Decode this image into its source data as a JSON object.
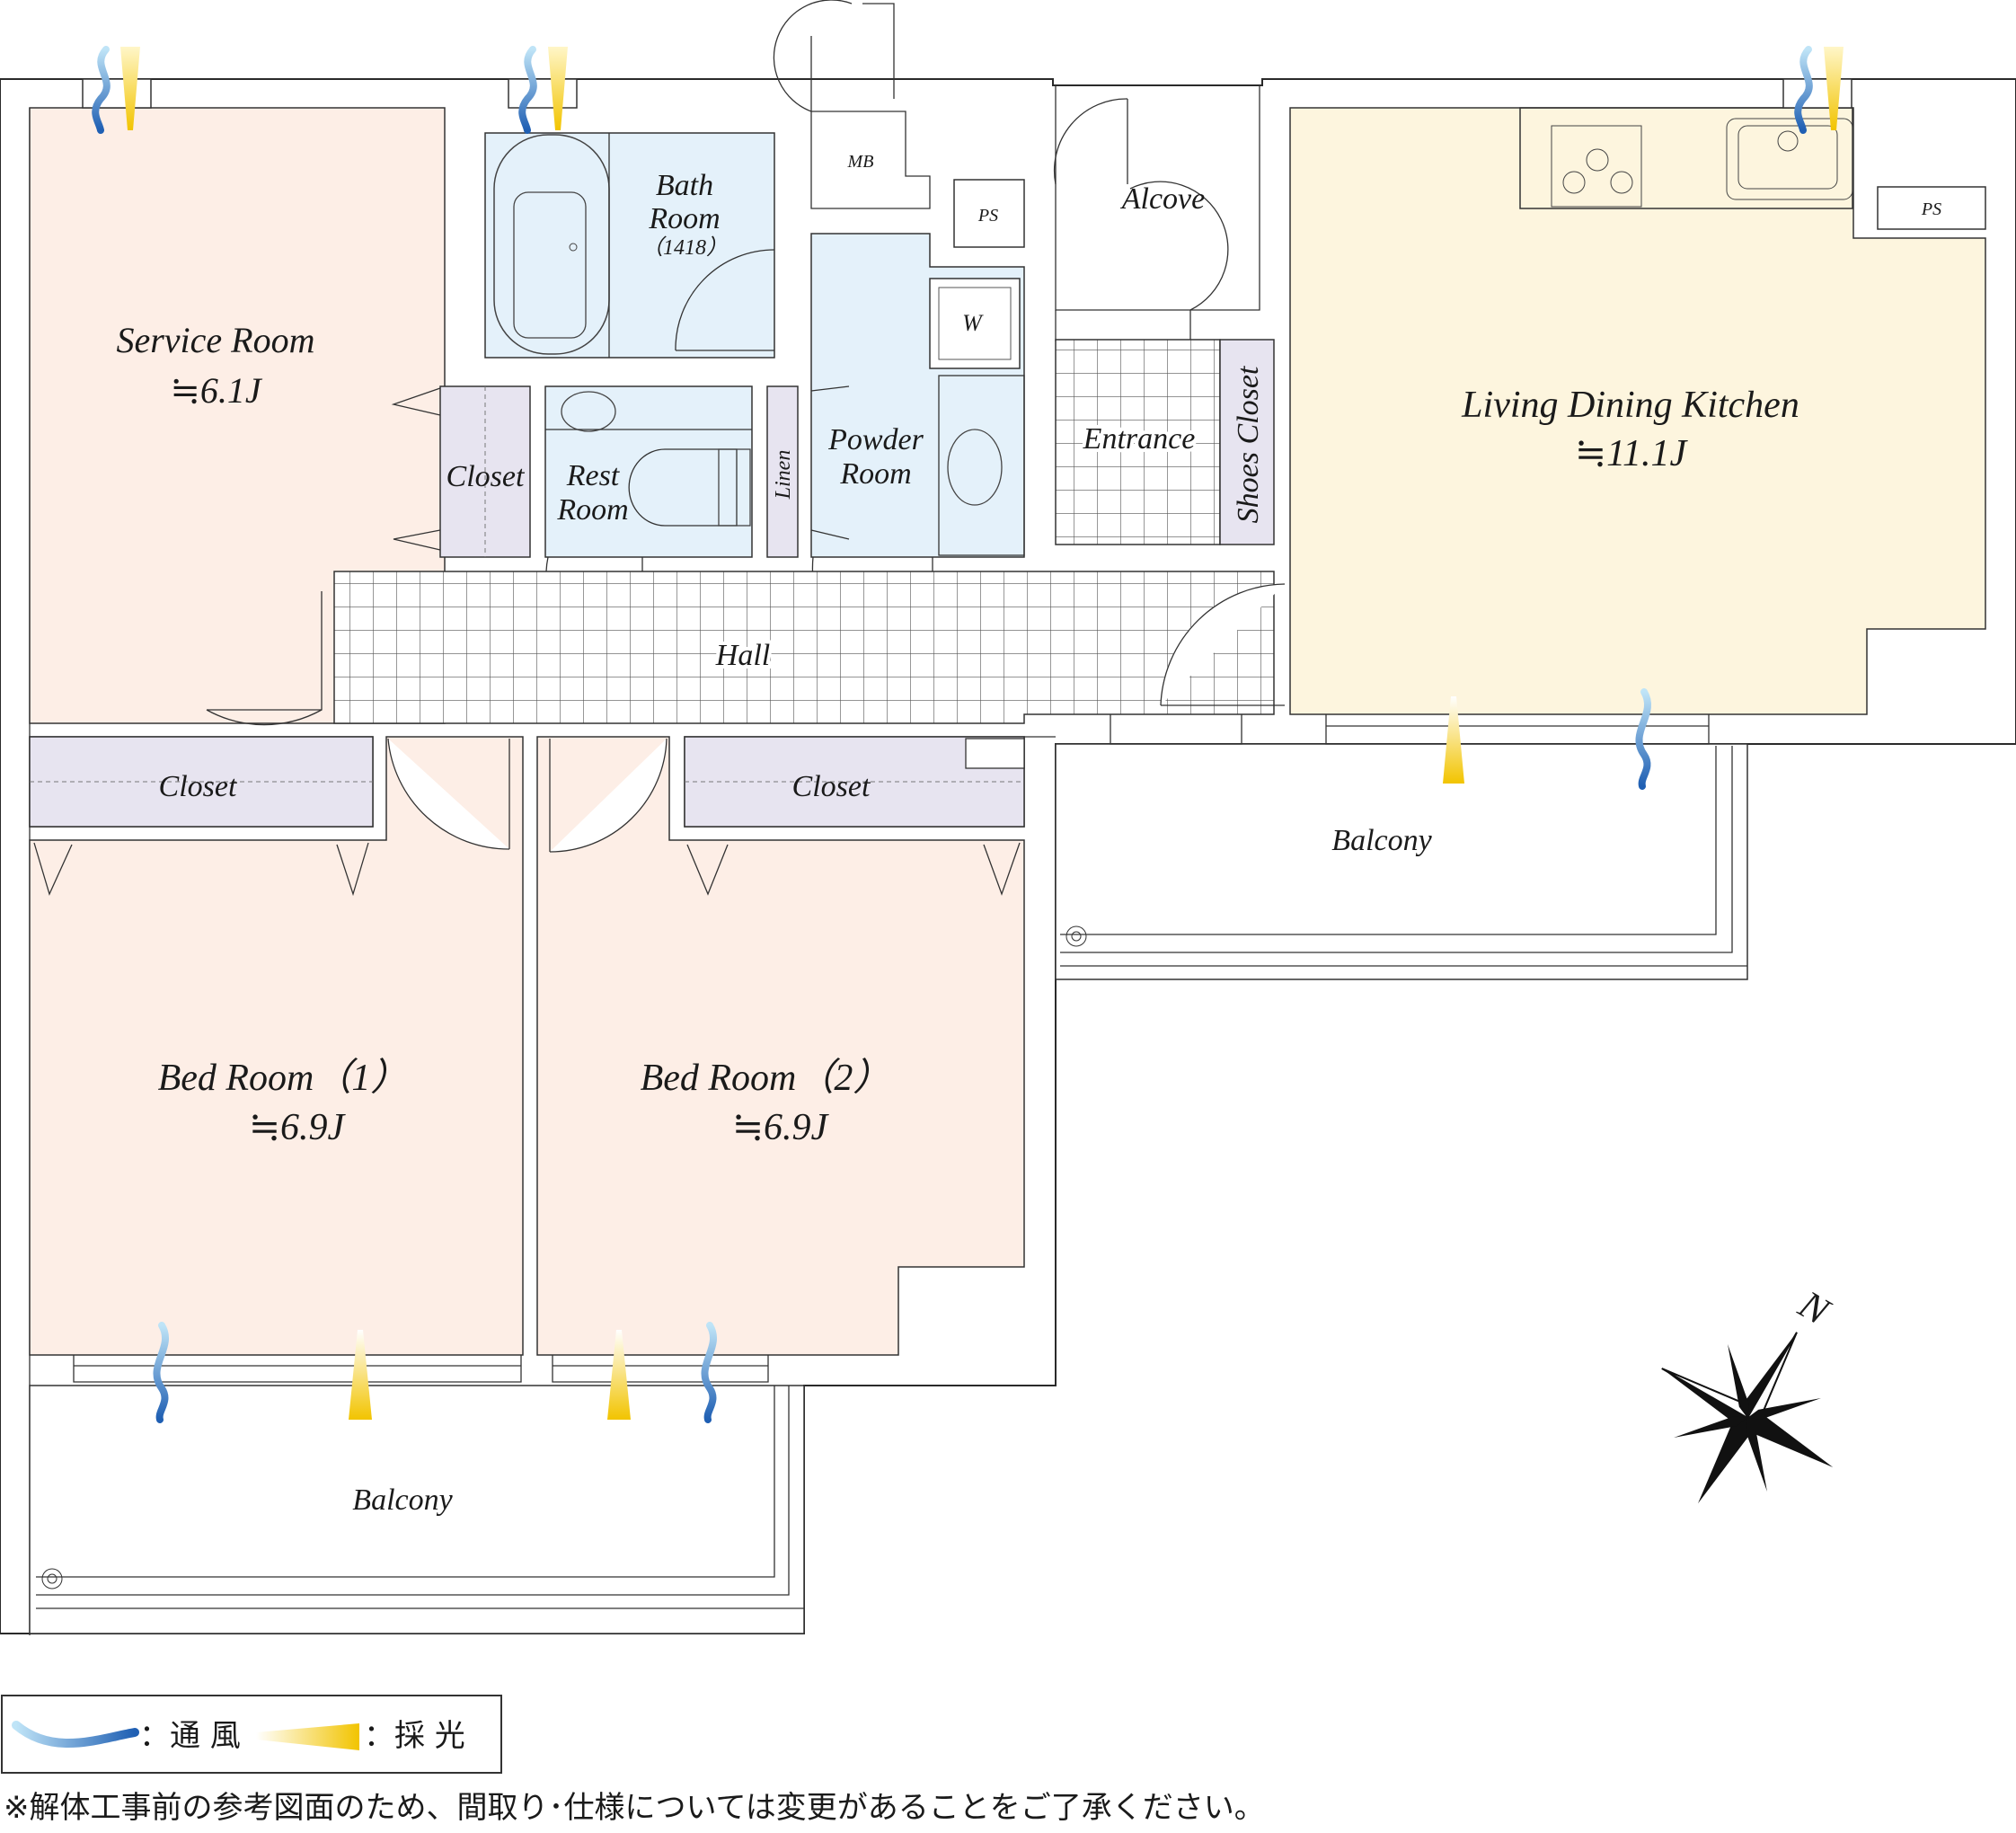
{
  "rooms": {
    "service_room": {
      "name": "Service Room",
      "area": "≒6.1J"
    },
    "bath_room": {
      "name_line1": "Bath",
      "name_line2": "Room",
      "size": "（1418）"
    },
    "mb": "MB",
    "ps_top": "PS",
    "ps_kitchen": "PS",
    "alcove": "Alcove",
    "washer": "W",
    "closet_small": "Closet",
    "rest_room": {
      "line1": "Rest",
      "line2": "Room"
    },
    "linen": "Linen",
    "powder_room": {
      "line1": "Powder",
      "line2": "Room"
    },
    "entrance": "Entrance",
    "shoes_closet": "Shoes Closet",
    "ldk": {
      "name": "Living Dining Kitchen",
      "area": "≒11.1J"
    },
    "hall": "Hall",
    "closet_left": "Closet",
    "closet_right": "Closet",
    "bed_room_1": {
      "name": "Bed Room（1）",
      "area": "≒6.9J"
    },
    "bed_room_2": {
      "name": "Bed Room（2）",
      "area": "≒6.9J"
    },
    "balcony_east": "Balcony",
    "balcony_south": "Balcony",
    "compass": "N"
  },
  "legend": {
    "ventilation": "：通 風",
    "lighting": "：採 光"
  },
  "disclaimer": "※解体工事前の参考図面のため、間取り･仕様については変更があることをご了承ください。",
  "colors": {
    "bedroom_fill": "#fdeee6",
    "wet_fill": "#e4f1fa",
    "ldk_fill": "#fdf5de",
    "closet_fill": "#e7e4f0",
    "vent_blue": "#2a6fc4",
    "light_yellow": "#f5cd1a"
  }
}
